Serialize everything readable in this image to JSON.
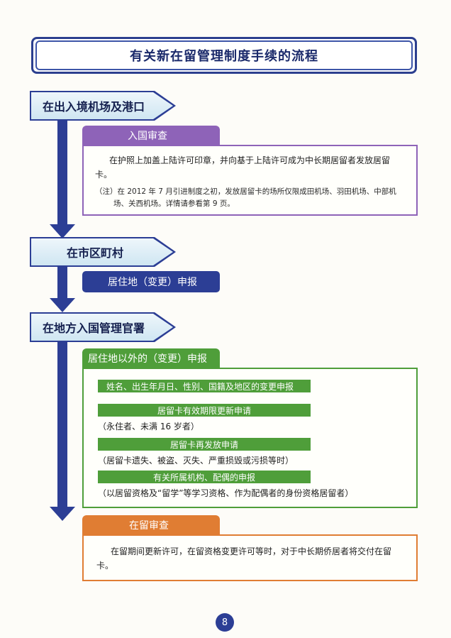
{
  "title": "有关新在留管理制度手续的流程",
  "locations": {
    "airport": "在出入境机场及港口",
    "municipality": "在市区町村",
    "immigration": "在地方入国管理官署"
  },
  "sections": {
    "landing": {
      "header": "入国审查",
      "body": "在护照上加盖上陆许可印章，并向基于上陆许可成为中长期居留者发放居留卡。",
      "note": "（注）在 2012 年 7 月引进制度之初，发放居留卡的场所仅限成田机场、羽田机场、中部机场、关西机场。详情请参看第 9 页。"
    },
    "residence": {
      "header": "居住地（变更）申报"
    },
    "other": {
      "header": "居住地以外的（变更）申报",
      "items": [
        {
          "label": "姓名、出生年月日、性别、国籍及地区的变更申报",
          "note": ""
        },
        {
          "label": "居留卡有效期限更新申请",
          "note": "（永住者、未满 16 岁者）"
        },
        {
          "label": "居留卡再发放申请",
          "note": "（居留卡遗失、被盗、灭失、严重损毁或污损等时）"
        },
        {
          "label": "有关所属机构、配偶的申报",
          "note": "（以居留资格及“留学”等学习资格、作为配偶者的身份资格居留者）"
        }
      ]
    },
    "screening": {
      "header": "在留审查",
      "body": "在留期间更新许可，在留资格变更许可等时，对于中长期侨居者将交付在留卡。"
    }
  },
  "page_number": "8",
  "colors": {
    "navy": "#2c3e95",
    "purple": "#8e63b8",
    "green": "#4f9e3a",
    "orange": "#e07d33"
  }
}
